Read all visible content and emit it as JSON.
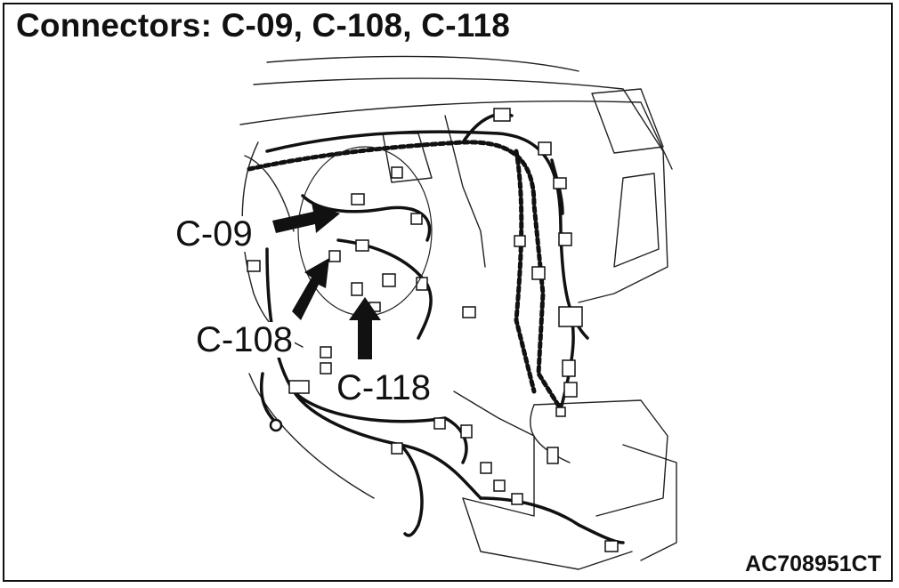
{
  "title": "Connectors: C-09, C-108, C-118",
  "callouts": [
    {
      "label": "C-09"
    },
    {
      "label": "C-108"
    },
    {
      "label": "C-118"
    }
  ],
  "figure_code": "AC708951CT",
  "colors": {
    "ink": "#111111",
    "background": "#ffffff"
  }
}
